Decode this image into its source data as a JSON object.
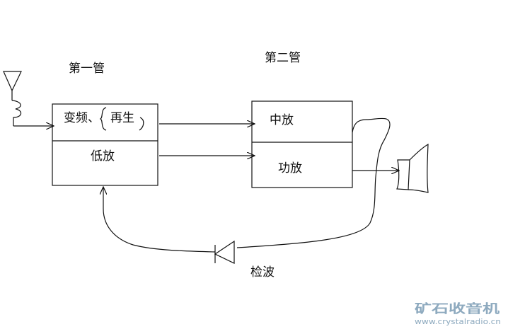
{
  "stage1": {
    "title": "第一管",
    "functions": [
      "变频、",
      "再生"
    ],
    "lower": "低放"
  },
  "stage2": {
    "title": "第二管",
    "upper": "中放",
    "lower": "功放"
  },
  "detector": {
    "label": "检波"
  },
  "watermark": {
    "title": "矿石收音机",
    "url": "www.crystalradio.cn"
  },
  "colors": {
    "line": "#111111",
    "watermark": "#8eaabf"
  }
}
